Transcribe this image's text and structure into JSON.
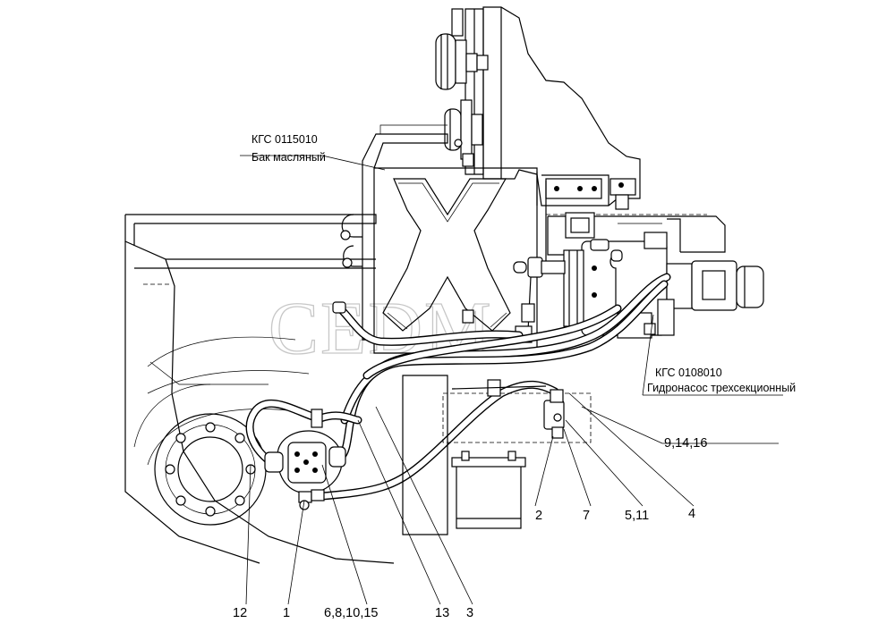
{
  "callouts": [
    {
      "id": "tank",
      "code": "КГС 0115010",
      "name": "Бак масляный"
    },
    {
      "id": "pump",
      "code": "КГС 0108010",
      "name": "Гидронасос трехсекционный"
    }
  ],
  "positions": {
    "p12": "12",
    "p1": "1",
    "p6_8_10_15": "6,8,10,15",
    "p13": "13",
    "p3": "3",
    "p2": "2",
    "p7": "7",
    "p5_11": "5,11",
    "p4": "4",
    "p9_14_16": "9,14,16"
  },
  "watermark": "CEDM"
}
